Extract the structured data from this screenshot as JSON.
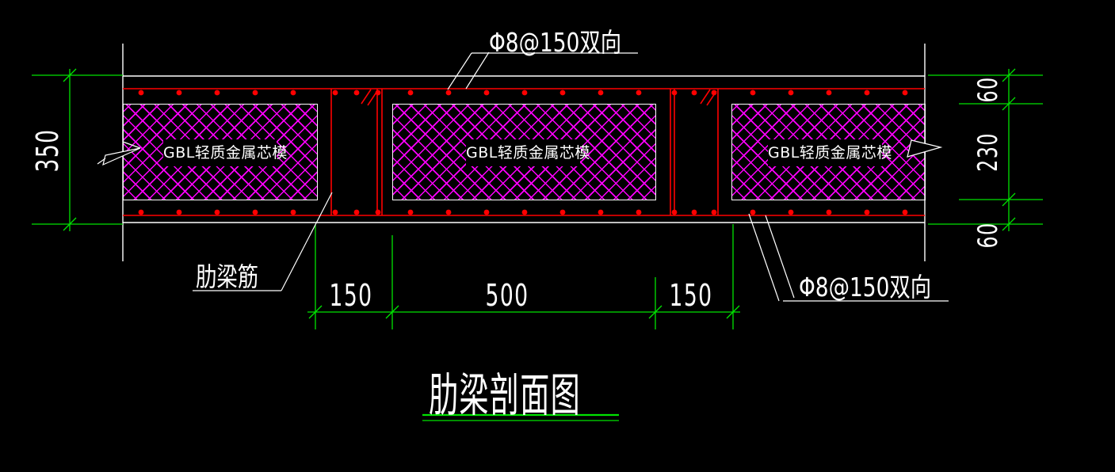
{
  "title": {
    "text": "肋梁剖面图"
  },
  "annotations": {
    "top_rebar": "Φ8@150双向",
    "bottom_rebar": "Φ8@150双向",
    "rib_label": "肋梁筋"
  },
  "blocks": [
    {
      "label": "GBL轻质金属芯模"
    },
    {
      "label": "GBL轻质金属芯模"
    },
    {
      "label": "GBL轻质金属芯模"
    }
  ],
  "dimensions": {
    "left_total": "350",
    "right": [
      "60",
      "230",
      "60"
    ],
    "bottom": [
      "150",
      "500",
      "150"
    ]
  },
  "colors": {
    "bg": "#000000",
    "line": "#ffffff",
    "rebar": "#ff0000",
    "hatch": "#ff00ff",
    "dim": "#00e400"
  }
}
